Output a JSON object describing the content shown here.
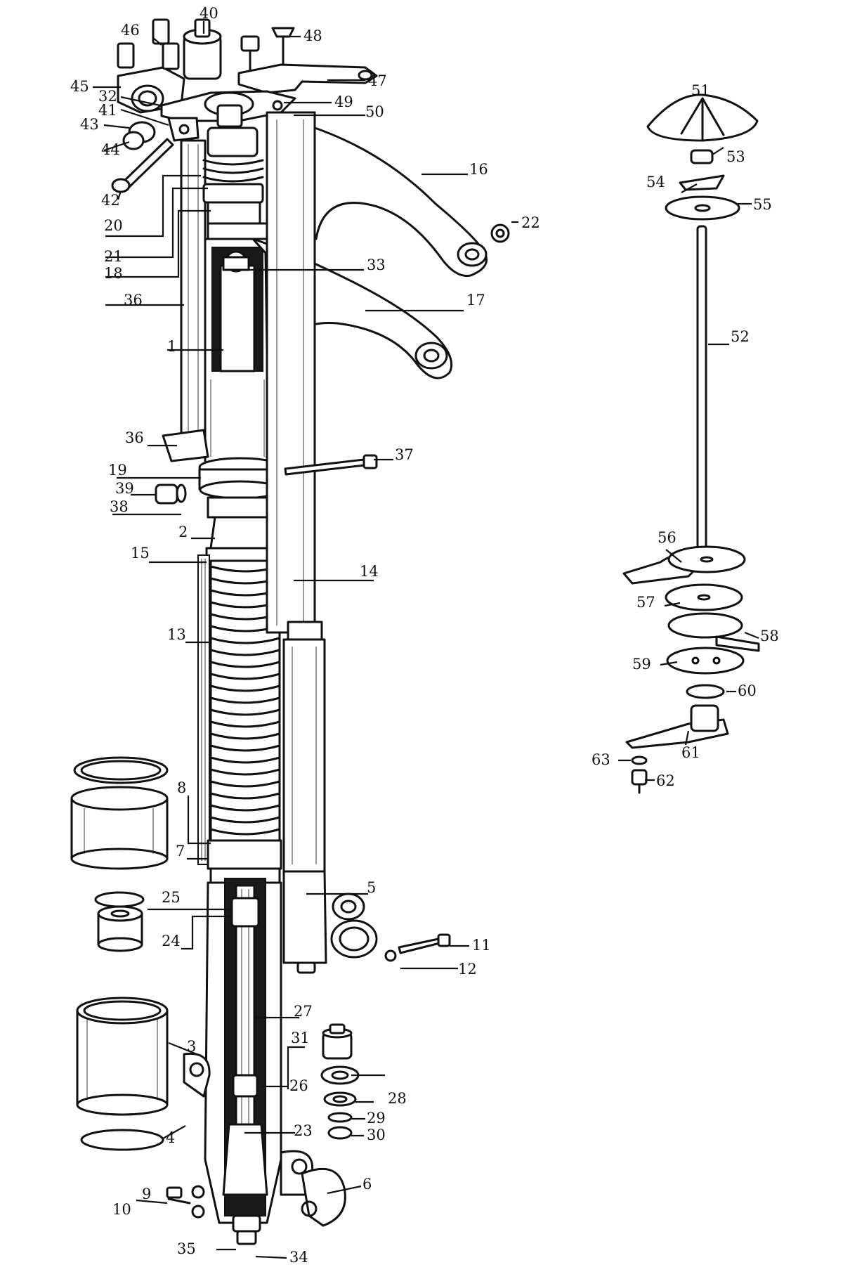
{
  "labels": {
    "l1": "1",
    "l2": "2",
    "l3": "3",
    "l4": "4",
    "l5": "5",
    "l6": "6",
    "l7": "7",
    "l8": "8",
    "l9": "9",
    "l10": "10",
    "l11": "11",
    "l12": "12",
    "l13": "13",
    "l14": "14",
    "l15": "15",
    "l16": "16",
    "l17": "17",
    "l18": "18",
    "l19": "19",
    "l20": "20",
    "l21": "21",
    "l22": "22",
    "l23": "23",
    "l24": "24",
    "l25": "25",
    "l26": "26",
    "l27": "27",
    "l28": "28",
    "l29": "29",
    "l30": "30",
    "l31": "31",
    "l32": "32",
    "l33": "33",
    "l34": "34",
    "l35": "35",
    "l36a": "36",
    "l36b": "36",
    "l37": "37",
    "l38": "38",
    "l39": "39",
    "l40": "40",
    "l41": "41",
    "l42": "42",
    "l43": "43",
    "l44": "44",
    "l45": "45",
    "l46": "46",
    "l47": "47",
    "l48": "48",
    "l49": "49",
    "l50": "50",
    "l51": "51",
    "l52": "52",
    "l53": "53",
    "l54": "54",
    "l55": "55",
    "l56": "56",
    "l57": "57",
    "l58": "58",
    "l59": "59",
    "l60": "60",
    "l61": "61",
    "l62": "62",
    "l63": "63"
  }
}
